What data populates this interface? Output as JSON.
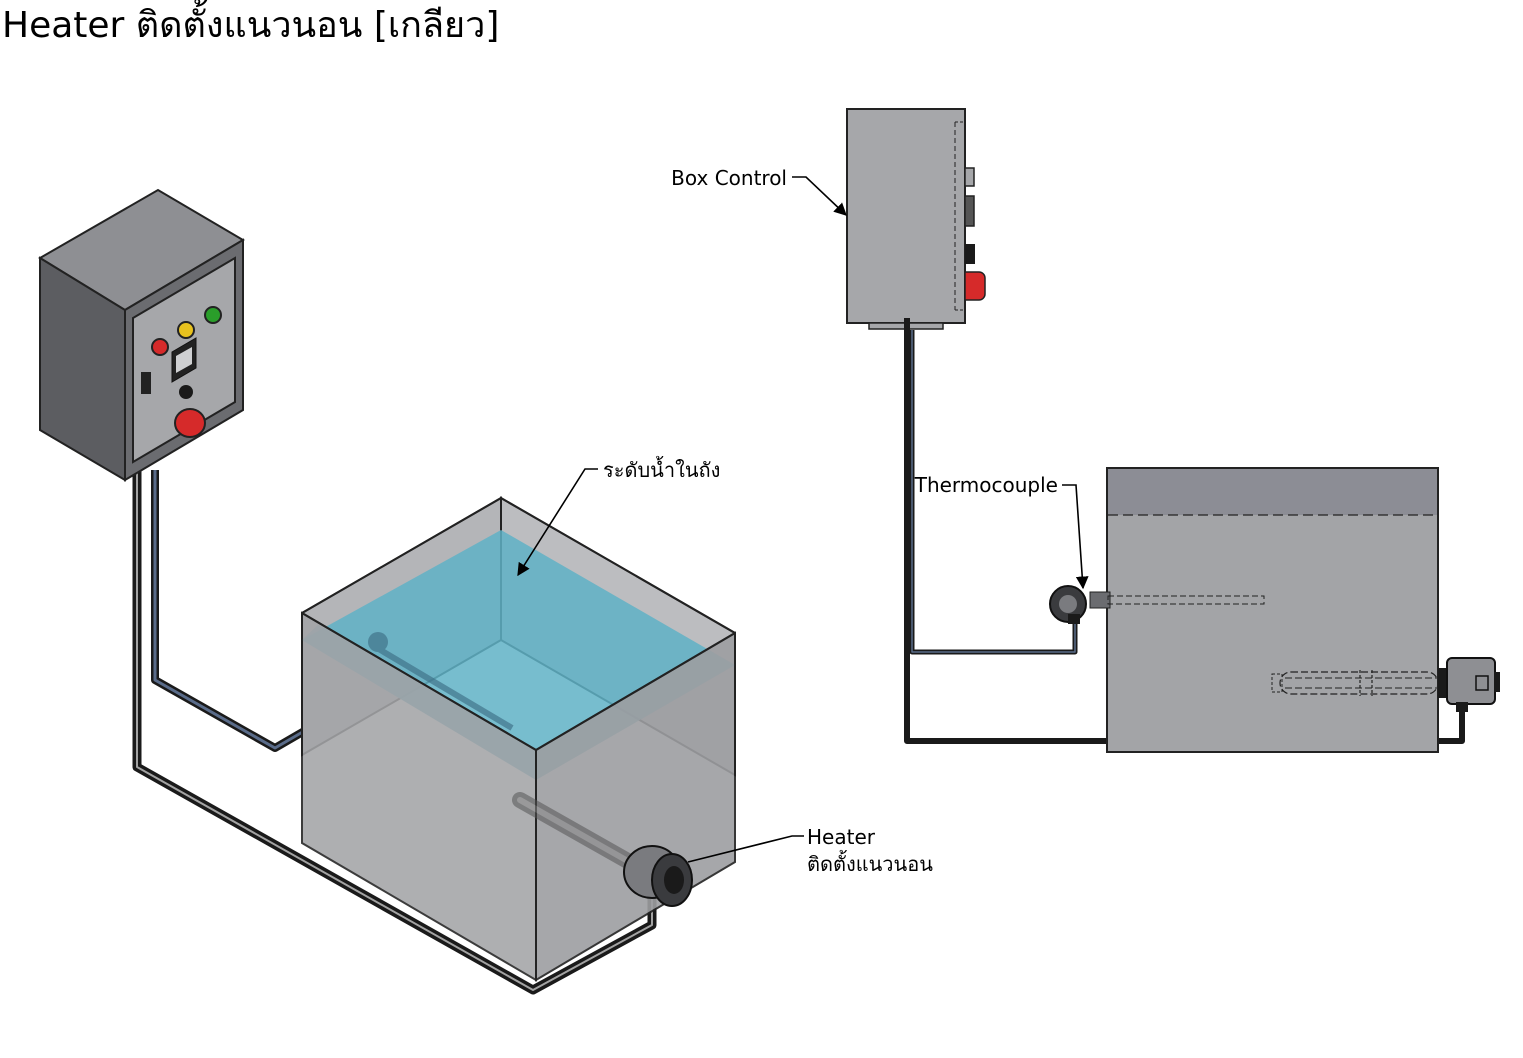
{
  "title": "Heater ติดตั้งแนวนอน [เกลียว]",
  "labels": {
    "water_level": "ระดับน้ำในถัง",
    "heater_line1": "Heater",
    "heater_line2": "ติดตั้งแนวนอน",
    "box_control": "Box Control",
    "thermocouple": "Thermocouple"
  },
  "colors": {
    "water": "#5fb2c6",
    "tank_gray": "#a3a4a7",
    "box_gray": "#6b6c70",
    "panel_gray": "#a6a7aa",
    "button_red": "#d62a2a",
    "lamp_yellow": "#e8c21e",
    "lamp_green": "#2a9e2a",
    "cable": "#1a1a1a"
  }
}
